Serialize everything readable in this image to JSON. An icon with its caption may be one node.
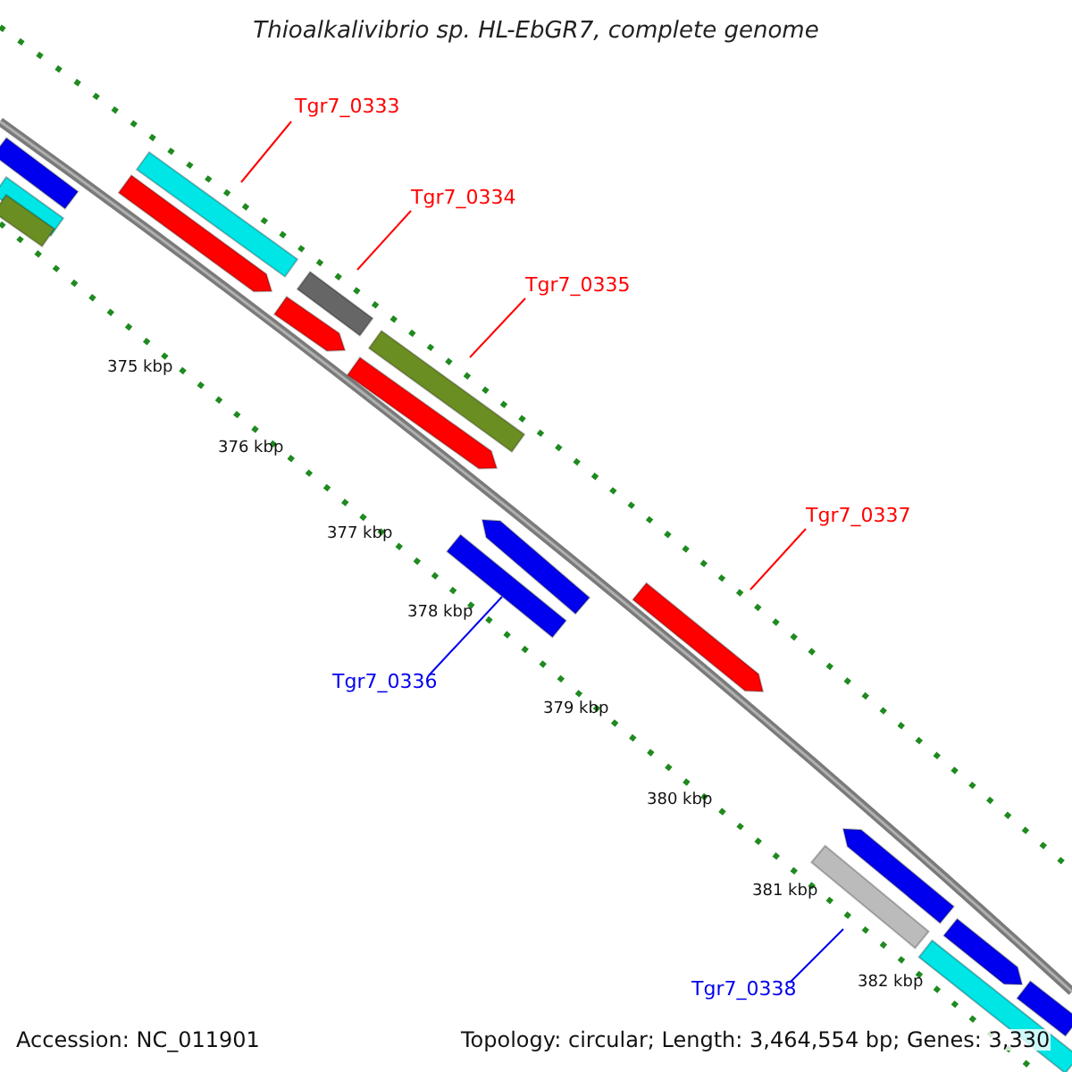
{
  "diagram": {
    "title": "Thioalkalivibrio sp. HL-EbGR7, complete genome",
    "nodes": [
      {
        "text": [
          "Tgr7_0333"
        ]
      },
      {
        "text": [
          "Tgr7_0334"
        ]
      },
      {
        "text": [
          "Tgr7_0335"
        ]
      },
      {
        "text": [
          "Tgr7_0337"
        ]
      },
      {
        "text": [
          "Tgr7_0336"
        ]
      },
      {
        "text": [
          "Tgr7_0338"
        ]
      },
      {
        "text": [],
        "shape": "bar"
      },
      {
        "text": [],
        "shape": "bar"
      },
      {
        "text": [],
        "shape": "bar"
      },
      {
        "text": [],
        "shape": "bar"
      },
      {
        "text": [],
        "shape": "bar"
      },
      {
        "text": [],
        "shape": "bar"
      },
      {
        "text": [],
        "shape": "bar"
      },
      {
        "text": [],
        "shape": "bar"
      },
      {
        "text": [],
        "shape": "bar"
      },
      {
        "text": [],
        "shape": "bar"
      },
      {
        "text": [],
        "shape": "bar"
      },
      {
        "text": [],
        "shape": "bar"
      },
      {
        "text": [],
        "shape": "bar"
      },
      {
        "text": [],
        "shape": "bar"
      },
      {
        "text": [],
        "shape": "bar"
      },
      {
        "text": [],
        "shape": "bar"
      },
      {
        "text": [],
        "shape": "bar"
      }
    ],
    "edges": [
      {
        "from": 0,
        "to": 7,
        "arrow": "none"
      },
      {
        "from": 1,
        "to": 11,
        "arrow": "none"
      },
      {
        "from": 2,
        "to": 13,
        "arrow": "none"
      },
      {
        "from": 3,
        "to": 17,
        "arrow": "none"
      },
      {
        "from": 4,
        "to": 16,
        "arrow": "none",
        "color": "#0000ee"
      },
      {
        "from": 5,
        "to": 19,
        "arrow": "none",
        "color": "#0000ee"
      }
    ],
    "labels": [
      "375 kbp",
      "376 kbp",
      "377 kbp",
      "378 kbp",
      "379 kbp",
      "380 kbp",
      "381 kbp",
      "382 kbp",
      "Accession: NC_011901",
      "Topology: circular; Length: 3,464,554 bp; Genes: 3,330"
    ]
  }
}
